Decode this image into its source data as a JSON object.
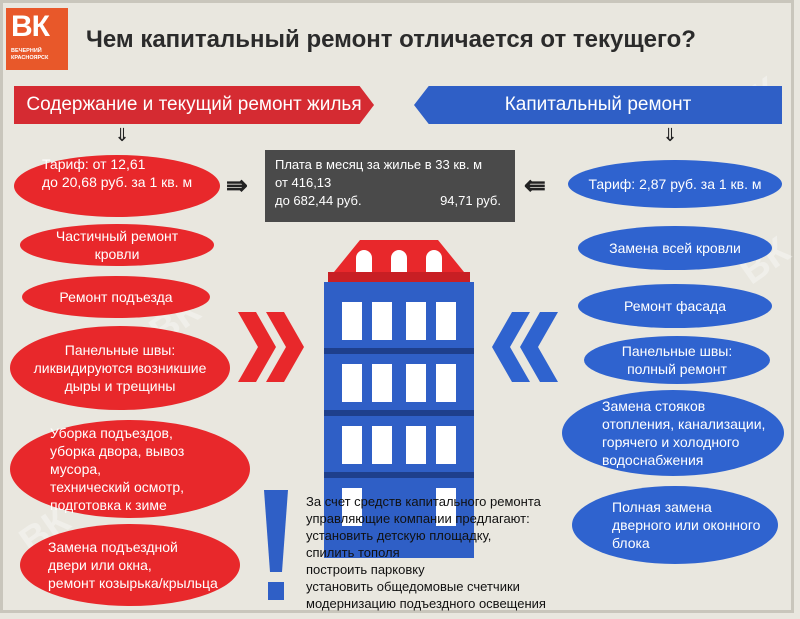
{
  "logo": {
    "letters": "ВК",
    "subtitle": "Вечерний Красноярск"
  },
  "title": "Чем капитальный ремонт отличается от текущего?",
  "left_banner": "Содержание и текущий ремонт жилья",
  "right_banner": "Капитальный ремонт",
  "center_box": {
    "line1": "Плата в месяц за жилье в 33 кв. м",
    "line2": "от 416,13",
    "line3": "до 682,44 руб.",
    "line4": "94,71 руб."
  },
  "left_items": [
    {
      "line1": "Тариф: от 12,61",
      "line2": "до 20,68 руб. за 1 кв. м"
    },
    {
      "line1": "Частичный ремонт кровли"
    },
    {
      "line1": "Ремонт подъезда"
    },
    {
      "line1": "Панельные швы:",
      "line2": "ликвидируются возникшие",
      "line3": "дыры и трещины"
    },
    {
      "line1": "Уборка подъездов,",
      "line2": "уборка двора, вывоз мусора,",
      "line3": "технический осмотр,",
      "line4": "подготовка к зиме"
    },
    {
      "line1": "Замена подъездной",
      "line2": "двери или окна,",
      "line3": "ремонт козырька/крыльца"
    }
  ],
  "right_items": [
    {
      "line1": "Тариф: 2,87 руб. за 1 кв. м"
    },
    {
      "line1": "Замена всей кровли"
    },
    {
      "line1": "Ремонт фасада"
    },
    {
      "line1": "Панельные швы:",
      "line2": "полный ремонт"
    },
    {
      "line1": "Замена стояков",
      "line2": "отопления, канализации,",
      "line3": "горячего и холодного",
      "line4": "водоснабжения"
    },
    {
      "line1": "Полная замена",
      "line2": "дверного или оконного",
      "line3": "блока"
    }
  ],
  "note": {
    "line1": "За счет средств капитального ремонта",
    "line2": "управляющие компании предлагают:",
    "line3": "установить детскую площадку,",
    "line4": "спилить тополя",
    "line5": "построить парковку",
    "line6": "установить общедомовые счетчики",
    "line7": "модернизацию подъездного освещения"
  },
  "colors": {
    "red": "#e8282b",
    "blue": "#2f63cf",
    "dark": "#4a4a4a",
    "background": "#e9e7df"
  }
}
